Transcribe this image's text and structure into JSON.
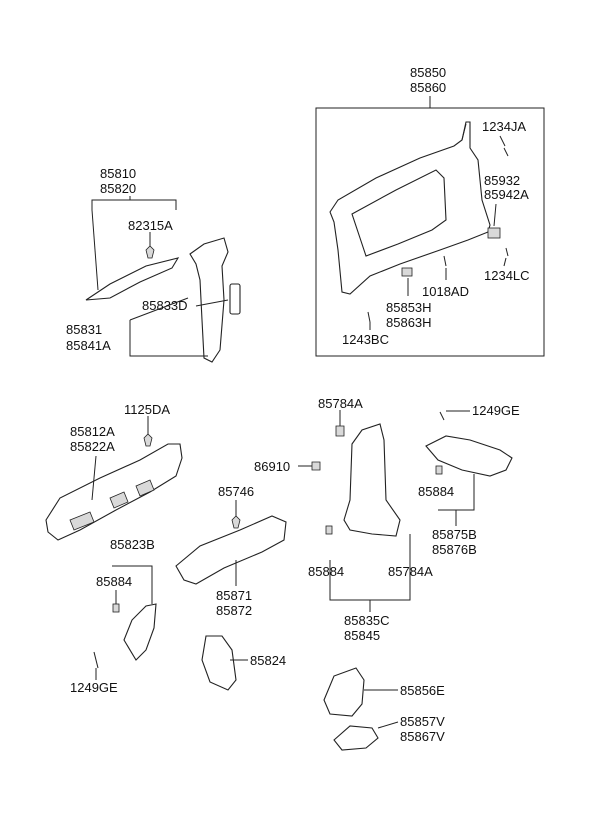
{
  "labels": {
    "p85850": "85850",
    "p85860": "85860",
    "p1234JA": "1234JA",
    "p85932": "85932",
    "p85942A": "85942A",
    "p1234LC": "1234LC",
    "p1018AD": "1018AD",
    "p85853H": "85853H",
    "p85863H": "85863H",
    "p1243BC": "1243BC",
    "p85810": "85810",
    "p85820": "85820",
    "p82315A": "82315A",
    "p85833D": "85833D",
    "p85831": "85831",
    "p85841A": "85841A",
    "p1125DA": "1125DA",
    "p85812A": "85812A",
    "p85822A": "85822A",
    "p85784A_top": "85784A",
    "p1249GE_top": "1249GE",
    "p86910": "86910",
    "p85746": "85746",
    "p85884_right": "85884",
    "p85875B": "85875B",
    "p85876B": "85876B",
    "p85823B": "85823B",
    "p85884_left": "85884",
    "p85871": "85871",
    "p85872": "85872",
    "p85884_mid": "85884",
    "p85784A_mid": "85784A",
    "p85835C": "85835C",
    "p85845": "85845",
    "p85824": "85824",
    "p1249GE_bottom": "1249GE",
    "p85856E": "85856E",
    "p85857V": "85857V",
    "p85867V": "85867V"
  }
}
